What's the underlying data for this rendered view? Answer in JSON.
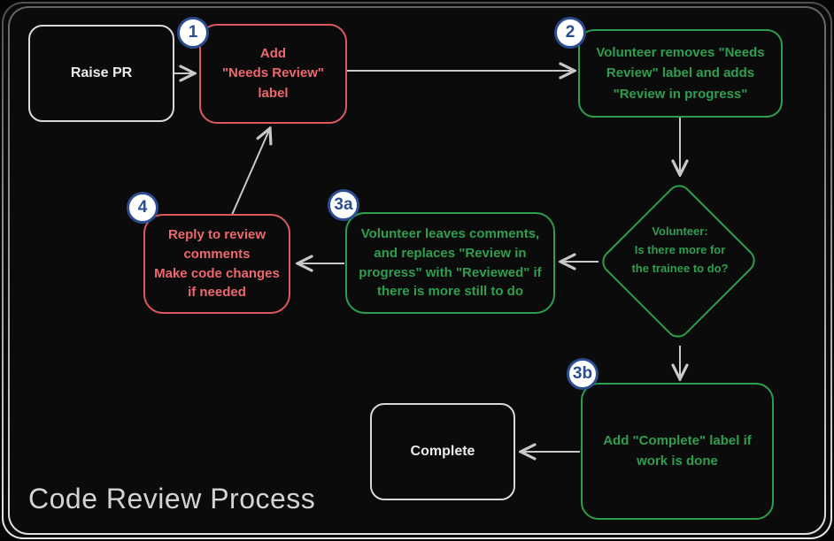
{
  "title": "Code Review Process",
  "colors": {
    "red_accent": "#dd5a5c",
    "red_text": "#ed686d",
    "green_accent": "#2d9e4c",
    "green_text": "#2f9e4e",
    "neutral_node_border": "#d9d9d9",
    "badge_blue": "#2b4d8f",
    "arrow_gray": "#c9c9c9",
    "background": "#0b0b0c"
  },
  "nodes": {
    "raise_pr": {
      "label": "Raise PR"
    },
    "step1": {
      "badge": "1",
      "text": "Add\n\"Needs Review\"\nlabel"
    },
    "step2": {
      "badge": "2",
      "text": "Volunteer removes \"Needs\nReview\" label and adds\n\"Review in progress\""
    },
    "decision": {
      "text": "Volunteer:\nIs there more for\nthe trainee to do?"
    },
    "step3a": {
      "badge": "3a",
      "text": "Volunteer leaves comments,\nand replaces \"Review in\nprogress\" with \"Reviewed\" if\nthere is more still to do"
    },
    "step4": {
      "badge": "4",
      "text": "Reply to review\ncomments\nMake code changes\nif needed"
    },
    "step3b": {
      "badge": "3b",
      "text": "Add \"Complete\" label if\nwork is done"
    },
    "complete": {
      "label": "Complete"
    }
  }
}
